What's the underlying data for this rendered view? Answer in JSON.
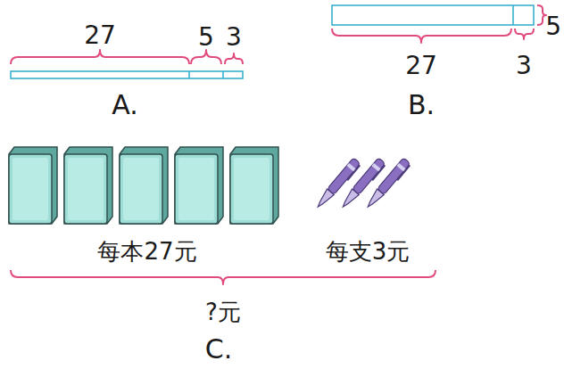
{
  "diagram": {
    "labels": [
      "27",
      "5",
      "3",
      "A.",
      "5",
      "27",
      "3",
      "B.",
      "每本27元",
      "每支3元",
      "?元",
      "C."
    ]
  }
}
